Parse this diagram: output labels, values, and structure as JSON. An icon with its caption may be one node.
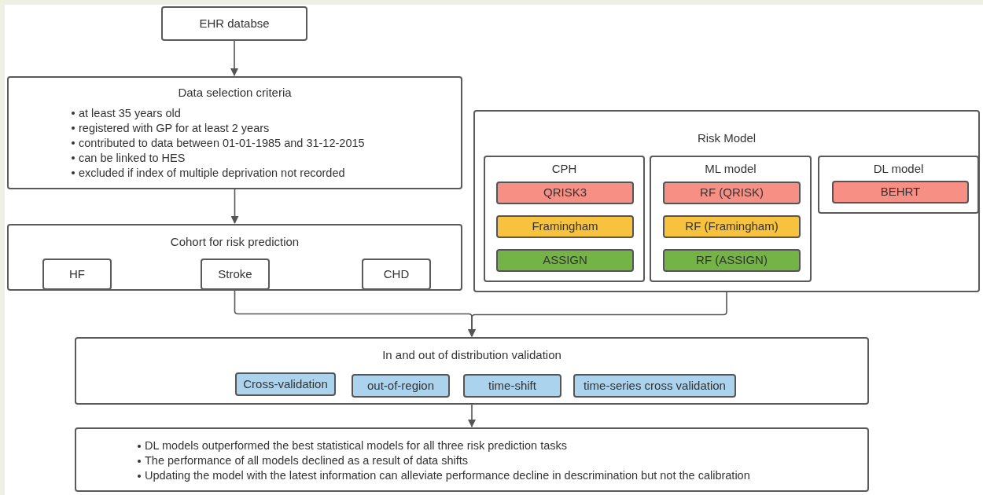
{
  "diagram": {
    "nodes": [
      {
        "text": [
          "EHR databse"
        ]
      },
      {
        "text": [
          "Data selection criteria",
          "at least 35 years old",
          "registered with GP for at least 2 years",
          "contributed to data between 01-01-1985 and 31-12-2015",
          "can be linked to HES",
          "excluded if index of multiple deprivation not recorded"
        ]
      },
      {
        "text": [
          "Cohort for risk prediction"
        ]
      },
      {
        "text": [
          "HF"
        ],
        "in": 2
      },
      {
        "text": [
          "Stroke"
        ],
        "in": 2
      },
      {
        "text": [
          "CHD"
        ],
        "in": 2
      },
      {
        "text": [
          "Risk Model"
        ]
      },
      {
        "text": [
          "CPH"
        ],
        "in": 6
      },
      {
        "text": [
          "QRISK3"
        ],
        "in": 7
      },
      {
        "text": [
          "Framingham"
        ],
        "in": 7
      },
      {
        "text": [
          "ASSIGN"
        ],
        "in": 7
      },
      {
        "text": [
          "ML model"
        ],
        "in": 6
      },
      {
        "text": [
          "RF (QRISK)"
        ],
        "in": 11
      },
      {
        "text": [
          "RF (Framingham)"
        ],
        "in": 11
      },
      {
        "text": [
          "RF (ASSIGN)"
        ],
        "in": 11
      },
      {
        "text": [
          "DL model"
        ],
        "in": 6
      },
      {
        "text": [
          "BEHRT"
        ],
        "in": 15
      },
      {
        "text": [
          "In and out of distribution validation"
        ]
      },
      {
        "text": [
          "Cross-validation"
        ],
        "in": 17
      },
      {
        "text": [
          "out-of-region"
        ],
        "in": 17
      },
      {
        "text": [
          "time-shift"
        ],
        "in": 17
      },
      {
        "text": [
          "time-series cross validation"
        ],
        "in": 17
      },
      {
        "text": [
          "DL models outperformed the best statistical models for all three risk prediction tasks",
          "The performance of all models declined as a result of data shifts",
          "Updating the model with the latest information can alleviate performance decline in descrimination but not the calibration"
        ]
      }
    ],
    "edges": [
      {
        "from": 0,
        "to": 1,
        "arrow": "to"
      },
      {
        "from": 1,
        "to": 2,
        "arrow": "to"
      },
      {
        "from": 2,
        "to": 17,
        "arrow": "to"
      },
      {
        "from": 6,
        "to": 17,
        "arrow": "to"
      },
      {
        "from": 17,
        "to": 22,
        "arrow": "to"
      }
    ]
  }
}
